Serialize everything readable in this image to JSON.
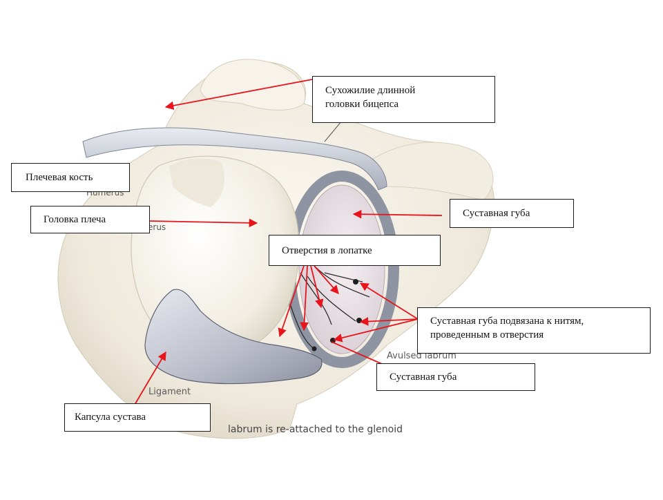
{
  "labels": {
    "biceps_tendon": [
      "Сухожилие длинной",
      "головки бицепса"
    ],
    "humerus": [
      "Плечевая кость"
    ],
    "humeral_head": [
      "Головка плеча"
    ],
    "labrum_top": [
      "Суставная губа"
    ],
    "scapula_holes": [
      "Отверстия в лопатке"
    ],
    "labrum_tied": [
      "Суставная губа подвязана к нитям,",
      "проведенным в отверстия"
    ],
    "labrum_bottom": [
      "Суставная губа"
    ],
    "capsule": [
      "Капсула сустава"
    ]
  },
  "underlay": {
    "humerus": "Humerus",
    "humeral_head_partial": "erus",
    "avulsed_labrum": "Avulsed labrum",
    "ligament": "Ligament",
    "caption": "labrum is re-attached to the glenoid"
  },
  "colors": {
    "arrow": "#e8141b",
    "bone": "#f3efe4",
    "bone_shadow": "#d9d2bf",
    "cartilage": "#ece6ee",
    "ligament": "#c9ccd6",
    "labrum": "#9aa0ad",
    "outline": "#3a3a3a"
  }
}
